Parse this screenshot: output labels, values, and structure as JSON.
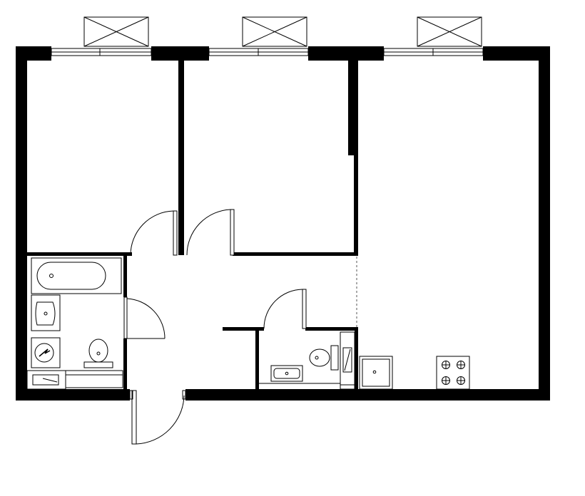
{
  "plan": {
    "rooms": [
      {
        "id": "bedroom-left"
      },
      {
        "id": "bedroom-middle"
      },
      {
        "id": "kitchen-living"
      },
      {
        "id": "hallway"
      },
      {
        "id": "bathroom"
      },
      {
        "id": "toilet"
      }
    ],
    "windows": 3,
    "doors": 5
  }
}
